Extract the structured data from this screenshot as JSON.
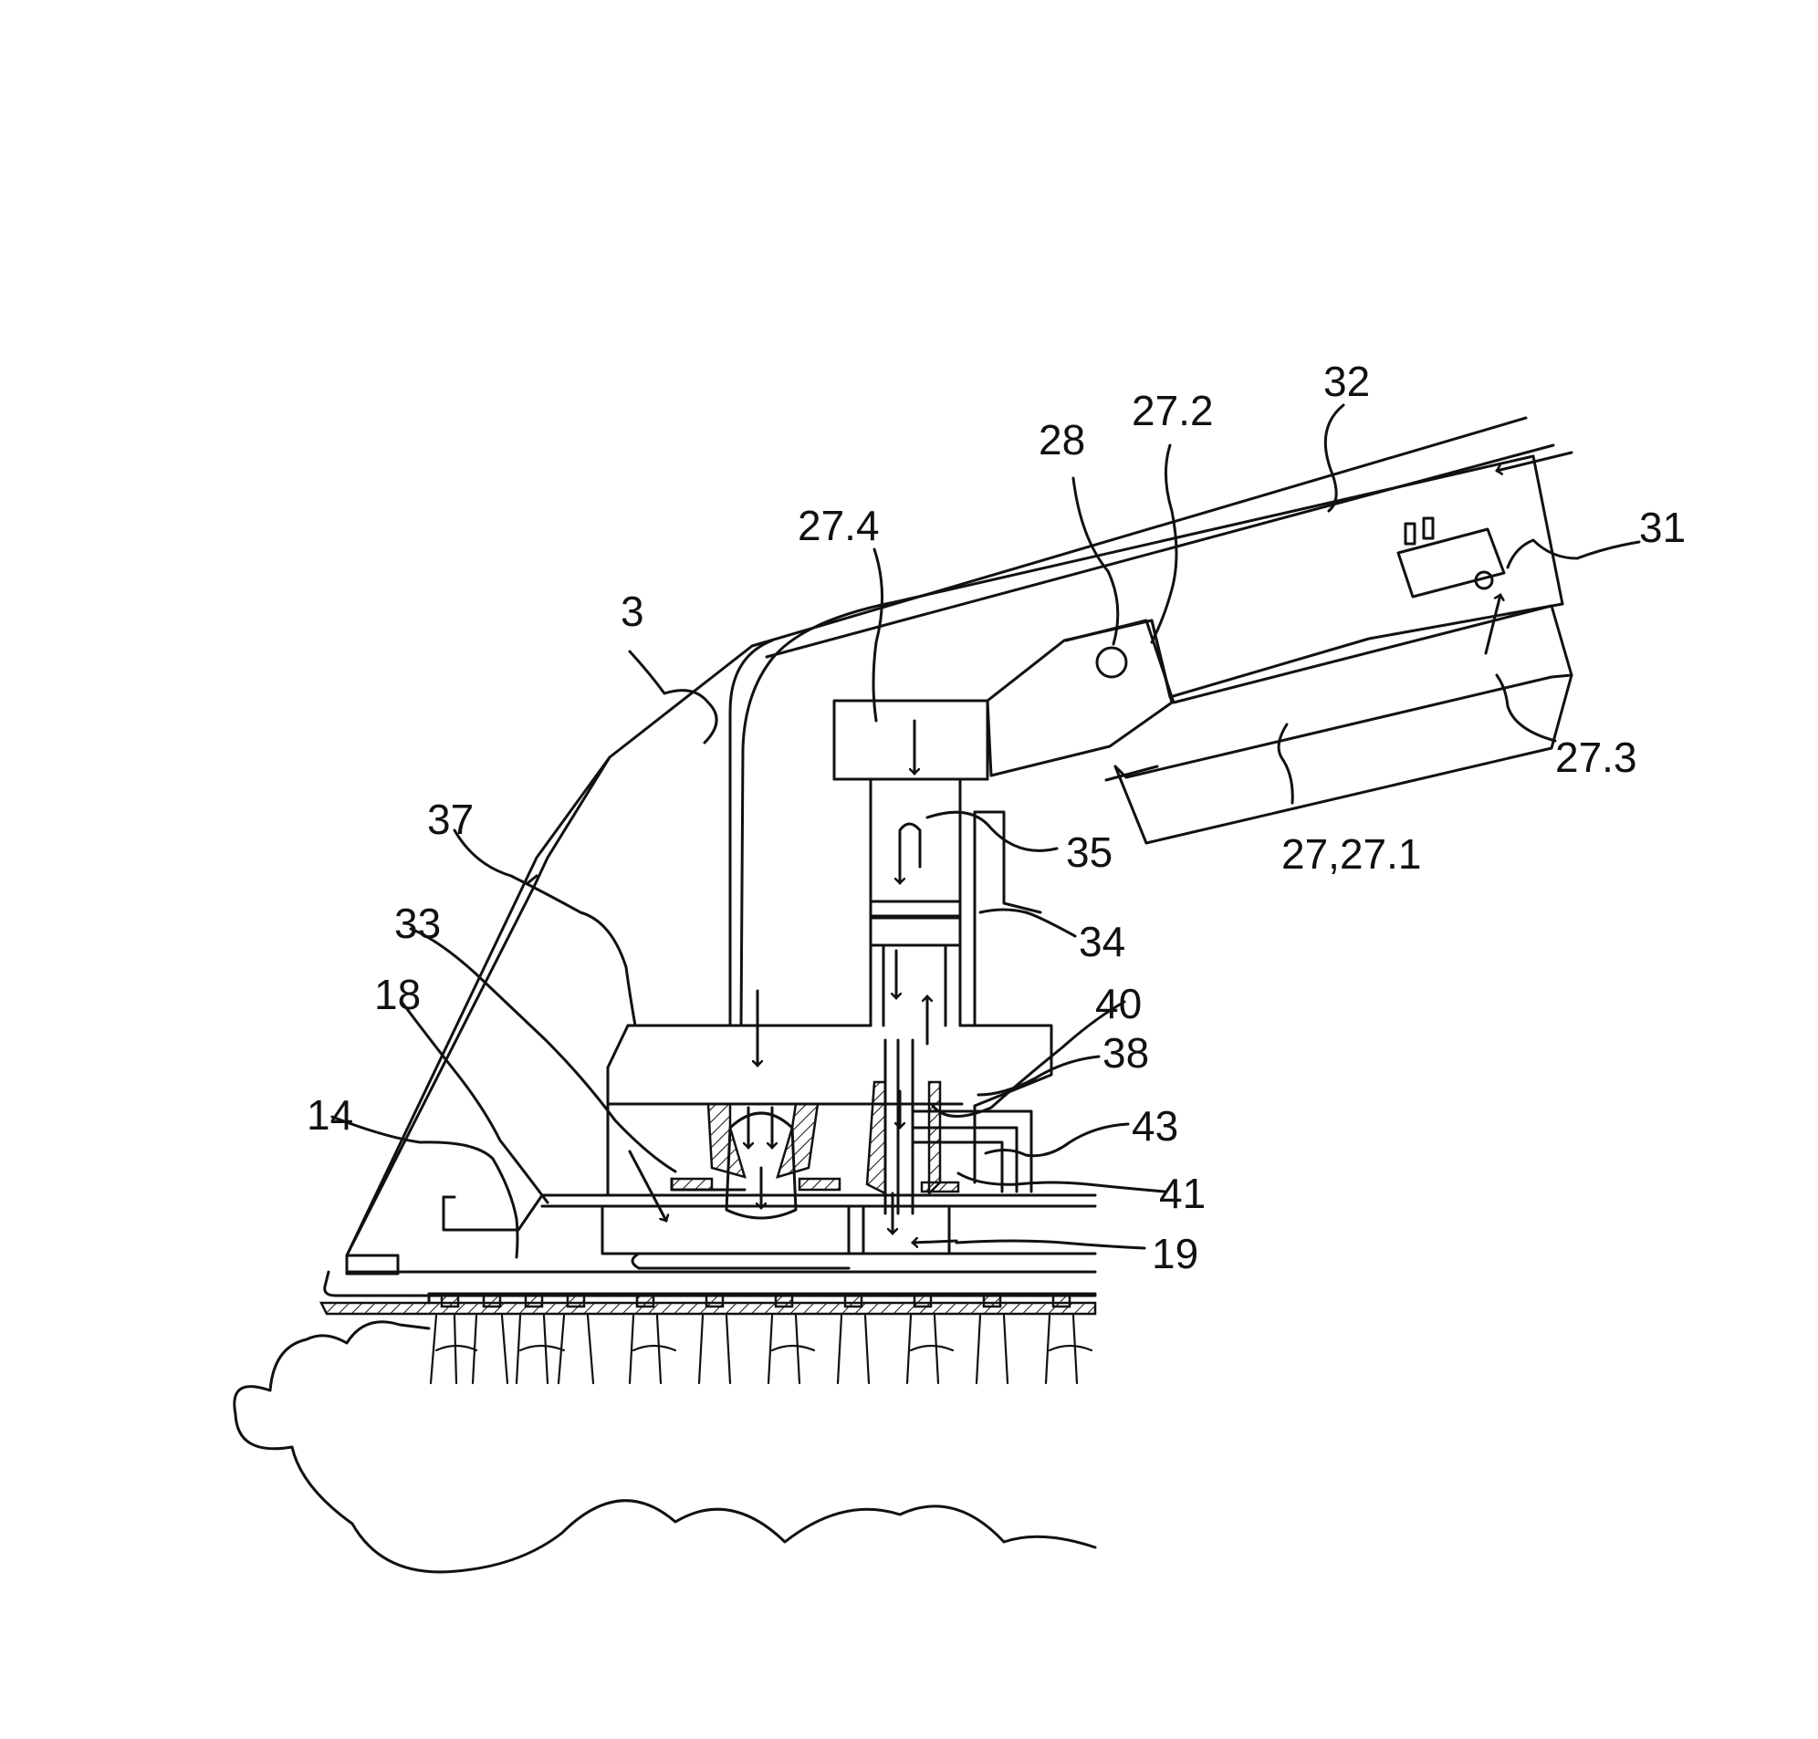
{
  "labels": {
    "l_32": "32",
    "l_27_2": "27.2",
    "l_28": "28",
    "l_31": "31",
    "l_27_4": "27.4",
    "l_3": "3",
    "l_27_3": "27.3",
    "l_35": "35",
    "l_27_27_1": "27,27.1",
    "l_37": "37",
    "l_34": "34",
    "l_33": "33",
    "l_40": "40",
    "l_18": "18",
    "l_38": "38",
    "l_14": "14",
    "l_43": "43",
    "l_41": "41",
    "l_19": "19"
  }
}
